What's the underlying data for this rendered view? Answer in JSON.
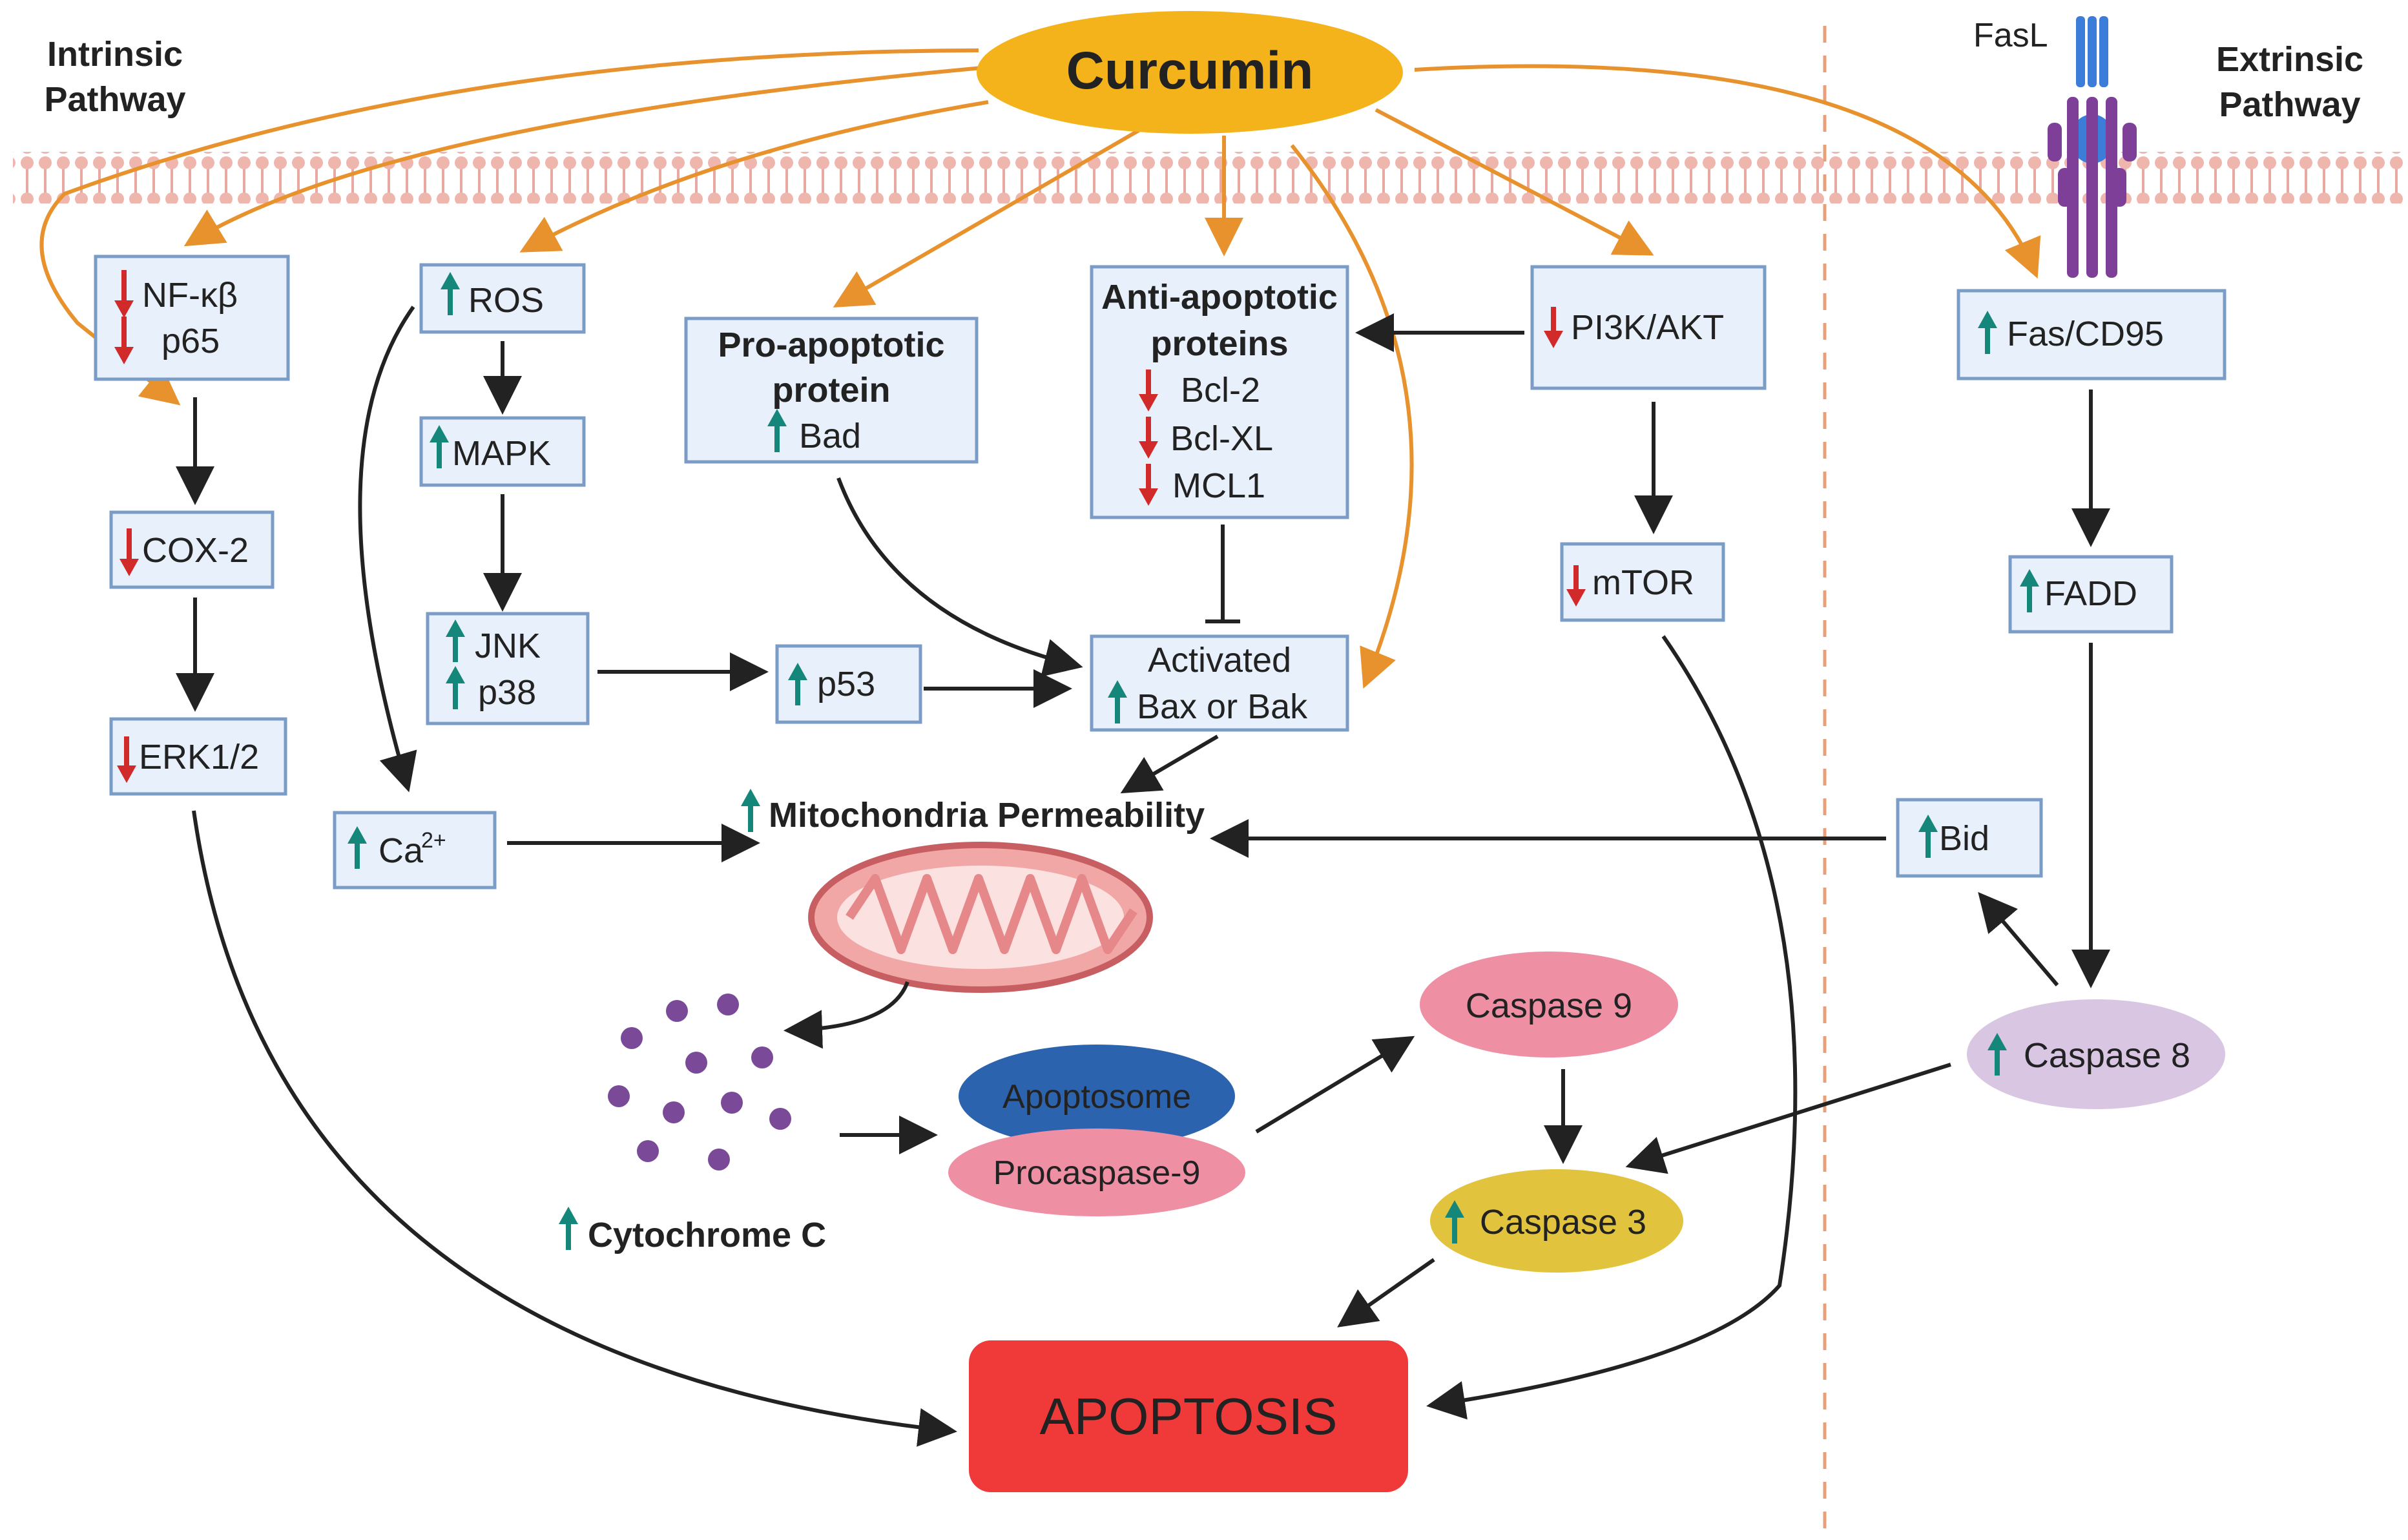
{
  "labels": {
    "curcumin": "Curcumin",
    "intrinsic_l1": "Intrinsic",
    "intrinsic_l2": "Pathway",
    "extrinsic_l1": "Extrinsic",
    "extrinsic_l2": "Pathway",
    "fasl": "FasL",
    "nfkb": "NF-κβ",
    "p65": "p65",
    "cox2": "COX-2",
    "erk": "ERK1/2",
    "ros": "ROS",
    "mapk": "MAPK",
    "jnk": "JNK",
    "p38": "p38",
    "p53": "p53",
    "ca": "Ca",
    "ca_sup": "2+",
    "pro_l1": "Pro-apoptotic",
    "pro_l2": "protein",
    "bad": "Bad",
    "anti_l1": "Anti-apoptotic",
    "anti_l2": "proteins",
    "bcl2": "Bcl-2",
    "bclxl": "Bcl-XL",
    "mcl1": "MCL1",
    "activated": "Activated",
    "baxbak": "Bax or Bak",
    "pi3k": "PI3K/AKT",
    "mtor": "mTOR",
    "fas": "Fas/CD95",
    "fadd": "FADD",
    "bid": "Bid",
    "casp8": "Caspase 8",
    "mito": "Mitochondria Permeability",
    "cytc": "Cytochrome C",
    "apoptosome": "Apoptosome",
    "procasp9": "Procaspase-9",
    "casp9": "Caspase 9",
    "casp3": "Caspase 3",
    "apoptosis": "APOPTOSIS"
  },
  "colors": {
    "orange_arrow": "#e8922e",
    "dark_red_text": "#9b2226",
    "box_fill": "#e8f0fb",
    "box_stroke": "#7a9cc6",
    "curcumin": "#f4b31a",
    "apoptosis": "#f03a3a",
    "up_arrow": "#15877a",
    "down_arrow": "#d12a2a",
    "caspase9": "#ef8fa3",
    "caspase3": "#e2c33d",
    "caspase8": "#d9c6e3",
    "apoptosome": "#2c63ae",
    "procaspase9": "#ef8fa3",
    "cytochrome": "#7a4a98",
    "membrane": "#e9a9a2",
    "mito": "#f2a7a7",
    "fas_receptor": "#7e3f98",
    "fasl_ligand": "#3b7dd8"
  },
  "icons": [
    "up-arrow-icon",
    "down-arrow-icon",
    "mitochondria-icon",
    "fas-receptor-icon",
    "cell-membrane-icon"
  ]
}
